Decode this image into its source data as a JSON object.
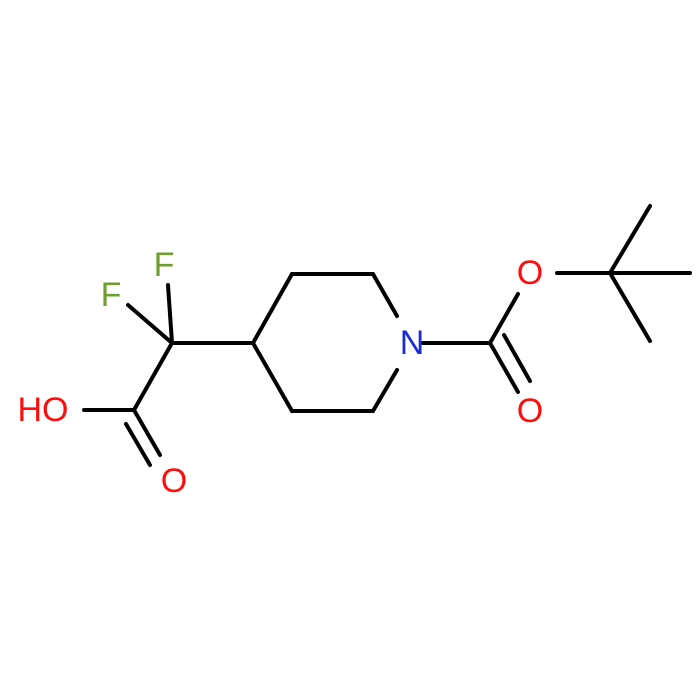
{
  "molecule": {
    "atoms": [
      {
        "id": "F1",
        "symbol": "F",
        "color": "#6f9e2f"
      },
      {
        "id": "F2",
        "symbol": "F",
        "color": "#6f9e2f"
      },
      {
        "id": "OH",
        "symbol": "HO",
        "color": "#ff0d0d"
      },
      {
        "id": "O_acid",
        "symbol": "O",
        "color": "#ff0d0d"
      },
      {
        "id": "N",
        "symbol": "N",
        "color": "#1b2bd6"
      },
      {
        "id": "O_ester",
        "symbol": "O",
        "color": "#ff0d0d"
      },
      {
        "id": "O_carbonyl",
        "symbol": "O",
        "color": "#ff0d0d"
      }
    ]
  }
}
